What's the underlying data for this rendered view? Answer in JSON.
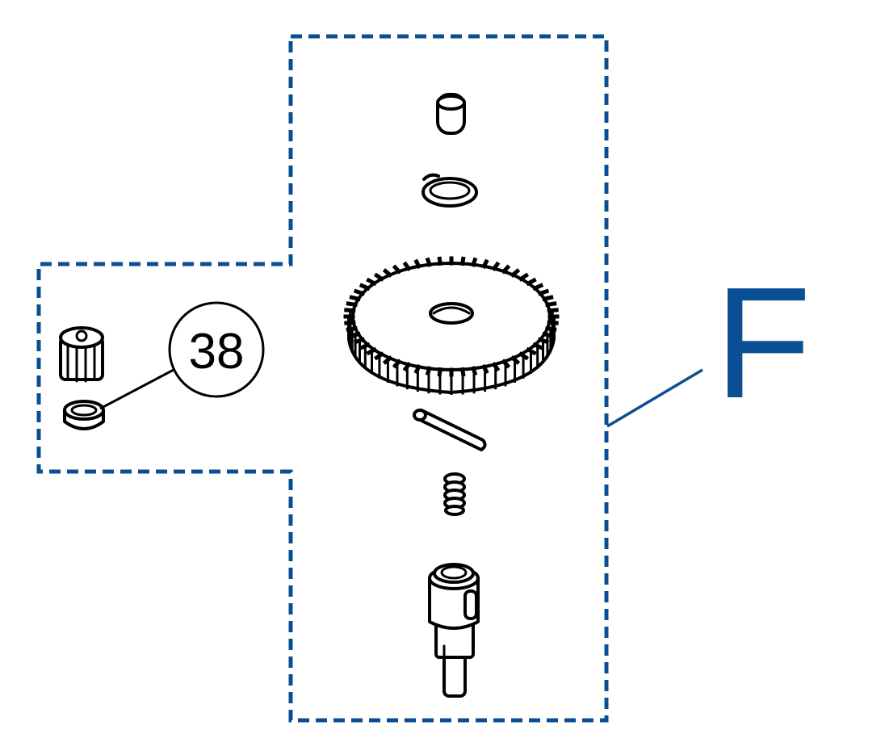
{
  "diagram": {
    "group_label": "F",
    "callouts": [
      {
        "id": "38",
        "label": "38"
      }
    ],
    "colors": {
      "accent": "#0a4f93",
      "line": "#000000",
      "background": "#ffffff"
    }
  }
}
